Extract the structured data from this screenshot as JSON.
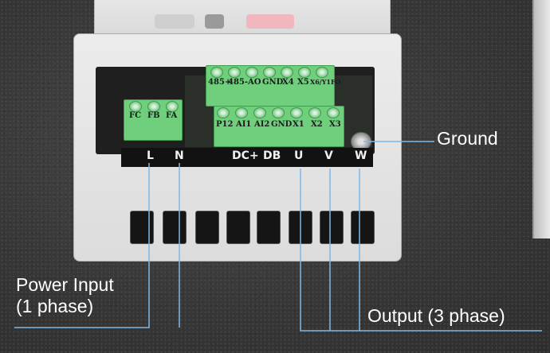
{
  "callouts": {
    "ground": "Ground",
    "power_line1": "Power Input",
    "power_line2": "(1 phase)",
    "output": "Output (3 phase)"
  },
  "strip_labels": [
    "L",
    "N",
    "DC+",
    "DB",
    "U",
    "V",
    "W"
  ],
  "upper_block_labels": [
    "485+",
    "485-",
    "AO",
    "GND",
    "X4",
    "X5",
    "X6/Y1FO"
  ],
  "lower_block_labels": [
    "P12",
    "AI1",
    "AI2",
    "GND",
    "X1",
    "X2",
    "X3"
  ],
  "relay_block_labels": [
    "FC",
    "FB",
    "FA"
  ],
  "colors": {
    "terminal_green": "#6fcf7c",
    "callout_line": "#7fb8e6",
    "callout_text": "#ffffff"
  }
}
